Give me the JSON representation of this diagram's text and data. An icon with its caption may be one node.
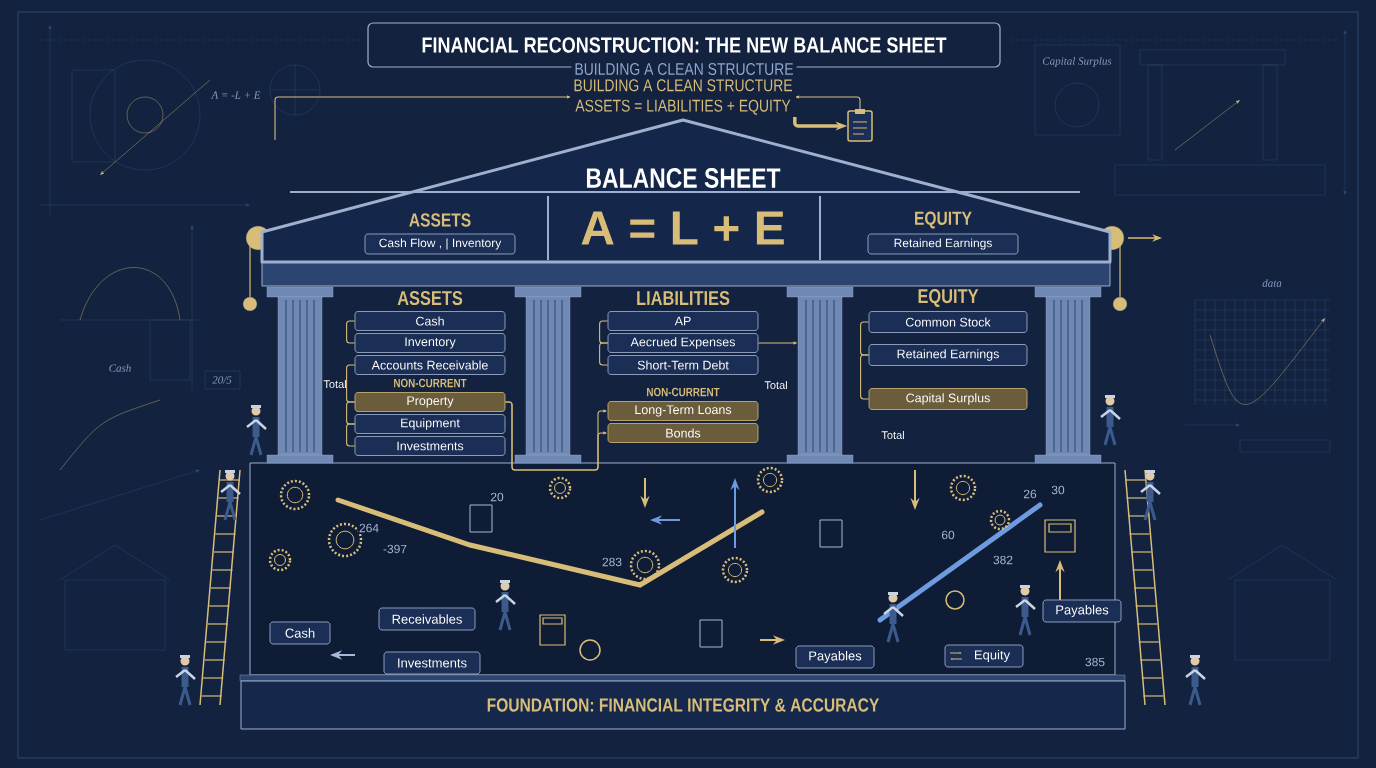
{
  "diagram": {
    "title": "FINANCIAL RECONSTRUCTION: THE NEW BALANCE SHEET",
    "nodes": [
      {
        "text": [
          "BUILDING A CLEAN STRUCTURE"
        ]
      },
      {
        "text": [
          "BUILDING A CLEAN STRUCTURE",
          "ASSETS = LIABILITIES + EQUITY"
        ]
      },
      {
        "text": [],
        "shape": "picture"
      },
      {
        "text": [
          "BALANCE SHEET",
          "A = L + E"
        ]
      },
      {
        "text": [
          "Cash Flow , | Inventory"
        ],
        "in": 3,
        "beside": [
          "ASSETS"
        ]
      },
      {
        "text": [
          "Retained Earnings"
        ],
        "in": 3,
        "beside": [
          "EQUITY"
        ]
      },
      {
        "text": [
          "Cash"
        ]
      },
      {
        "text": [
          "Inventory"
        ]
      },
      {
        "text": [
          "Accounts Receivable"
        ]
      },
      {
        "text": [
          "Property"
        ]
      },
      {
        "text": [
          "Equipment"
        ]
      },
      {
        "text": [
          "Investments"
        ]
      },
      {
        "text": [
          "AP"
        ]
      },
      {
        "text": [
          "Aecrued Expenses"
        ]
      },
      {
        "text": [
          "Short-Term Debt"
        ]
      },
      {
        "text": [
          "Long-Term Loans"
        ]
      },
      {
        "text": [
          "Bonds"
        ]
      },
      {
        "text": [
          "Common Stock"
        ]
      },
      {
        "text": [
          "Retained Earnings"
        ]
      },
      {
        "text": [
          "Capital Surplus"
        ]
      },
      {
        "text": [
          "Cash"
        ]
      },
      {
        "text": [
          "Receivables"
        ]
      },
      {
        "text": [
          "Investments"
        ]
      },
      {
        "text": [
          "Payables"
        ]
      },
      {
        "text": [
          "Equity"
        ]
      },
      {
        "text": [
          "Payables"
        ]
      },
      {
        "text": [
          "FOUNDATION: FINANCIAL INTEGRITY & ACCURACY"
        ]
      },
      {
        "text": [],
        "shape": "column"
      },
      {
        "text": [],
        "shape": "column"
      },
      {
        "text": [],
        "shape": "column"
      },
      {
        "text": [],
        "shape": "column"
      }
    ],
    "edges": [
      {
        "from": null,
        "to": 1,
        "arrow": "to"
      },
      {
        "from": 2,
        "to": 1,
        "arrow": "to"
      },
      {
        "from": 1,
        "to": 2,
        "arrow": "to",
        "style": "thick"
      },
      {
        "from": 6,
        "to": 7,
        "arrow": "none"
      },
      {
        "from": 8,
        "to": 9,
        "arrow": "none"
      },
      {
        "from": 9,
        "to": 10,
        "arrow": "none"
      },
      {
        "from": 10,
        "to": 11,
        "arrow": "none"
      },
      {
        "from": 9,
        "to": 15,
        "arrow": "to"
      },
      {
        "from": 9,
        "to": 16,
        "arrow": "to"
      },
      {
        "from": 12,
        "to": 13,
        "arrow": "none"
      },
      {
        "from": 13,
        "to": 14,
        "arrow": "none"
      },
      {
        "from": 13,
        "to": 29,
        "arrow": "to"
      },
      {
        "from": 17,
        "to": 18,
        "arrow": "none"
      },
      {
        "from": 18,
        "to": 19,
        "arrow": "none"
      }
    ],
    "labels": [
      "Capital Surplus",
      "A = -L + E",
      "data",
      "ASSETS",
      "LIABILITIES",
      "EQUITY",
      "Cash",
      "Total",
      "20/5",
      "NON-CURRENT",
      "Total",
      "NON-CURRENT",
      "Total",
      "20",
      "30",
      "26",
      "264",
      "60",
      "-397",
      "283",
      "382",
      "385"
    ]
  }
}
